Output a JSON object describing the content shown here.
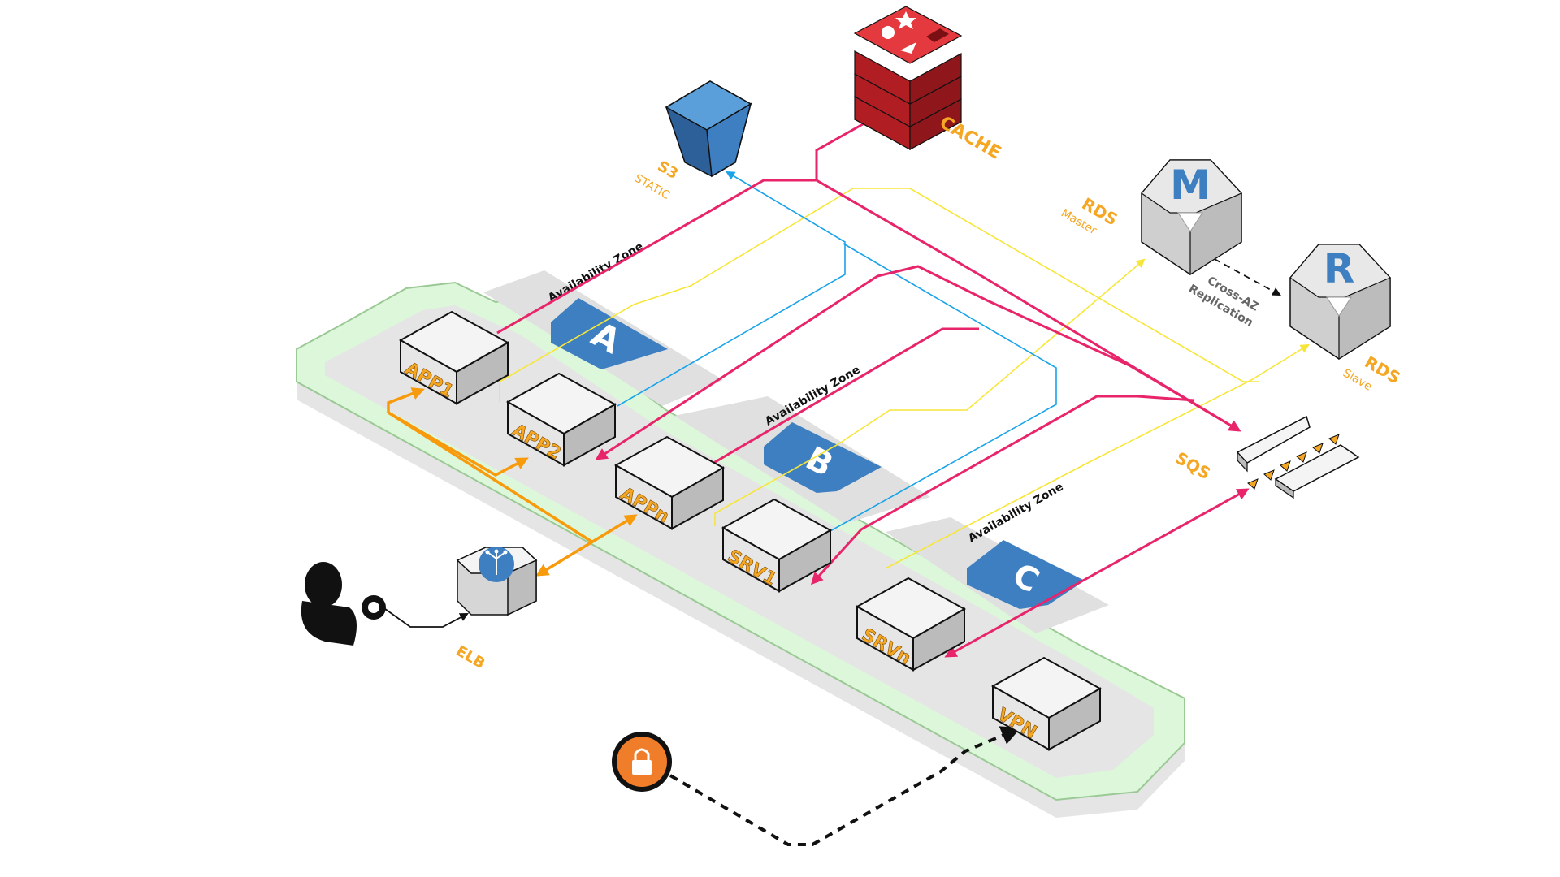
{
  "nodes": {
    "app1": "APP1",
    "app2": "APP2",
    "appn": "APPn",
    "srv1": "SRV1",
    "srvn": "SRVn",
    "vpn": "VPN",
    "elb": "ELB"
  },
  "zones": {
    "a": {
      "letter": "A",
      "label": "Availability Zone"
    },
    "b": {
      "letter": "B",
      "label": "Availability Zone"
    },
    "c": {
      "letter": "C",
      "label": "Availability Zone"
    }
  },
  "services": {
    "s3": {
      "title": "S3",
      "subtitle": "STATIC"
    },
    "cache": {
      "title": "CACHE"
    },
    "rds_master": {
      "letter": "M",
      "title": "RDS",
      "subtitle": "Master"
    },
    "rds_slave": {
      "letter": "R",
      "title": "RDS",
      "subtitle": "Slave"
    },
    "sqs": {
      "title": "SQS"
    },
    "replication": {
      "line1": "Cross-AZ",
      "line2": "Replication"
    }
  },
  "colors": {
    "accent_orange": "#f5a623",
    "zone_blue": "#3d7fc1",
    "flow_pink": "#e8256a",
    "flow_yellow": "#f7e63a",
    "flow_blue": "#1aa3e8",
    "cache_red": "#d9252b",
    "vpc_green": "#ddf7da",
    "lock_orange": "#f07d2a"
  },
  "icons": [
    "user-icon",
    "key-icon",
    "lock-icon",
    "elb-branch-icon",
    "s3-bucket-icon",
    "cache-stack-icon"
  ]
}
